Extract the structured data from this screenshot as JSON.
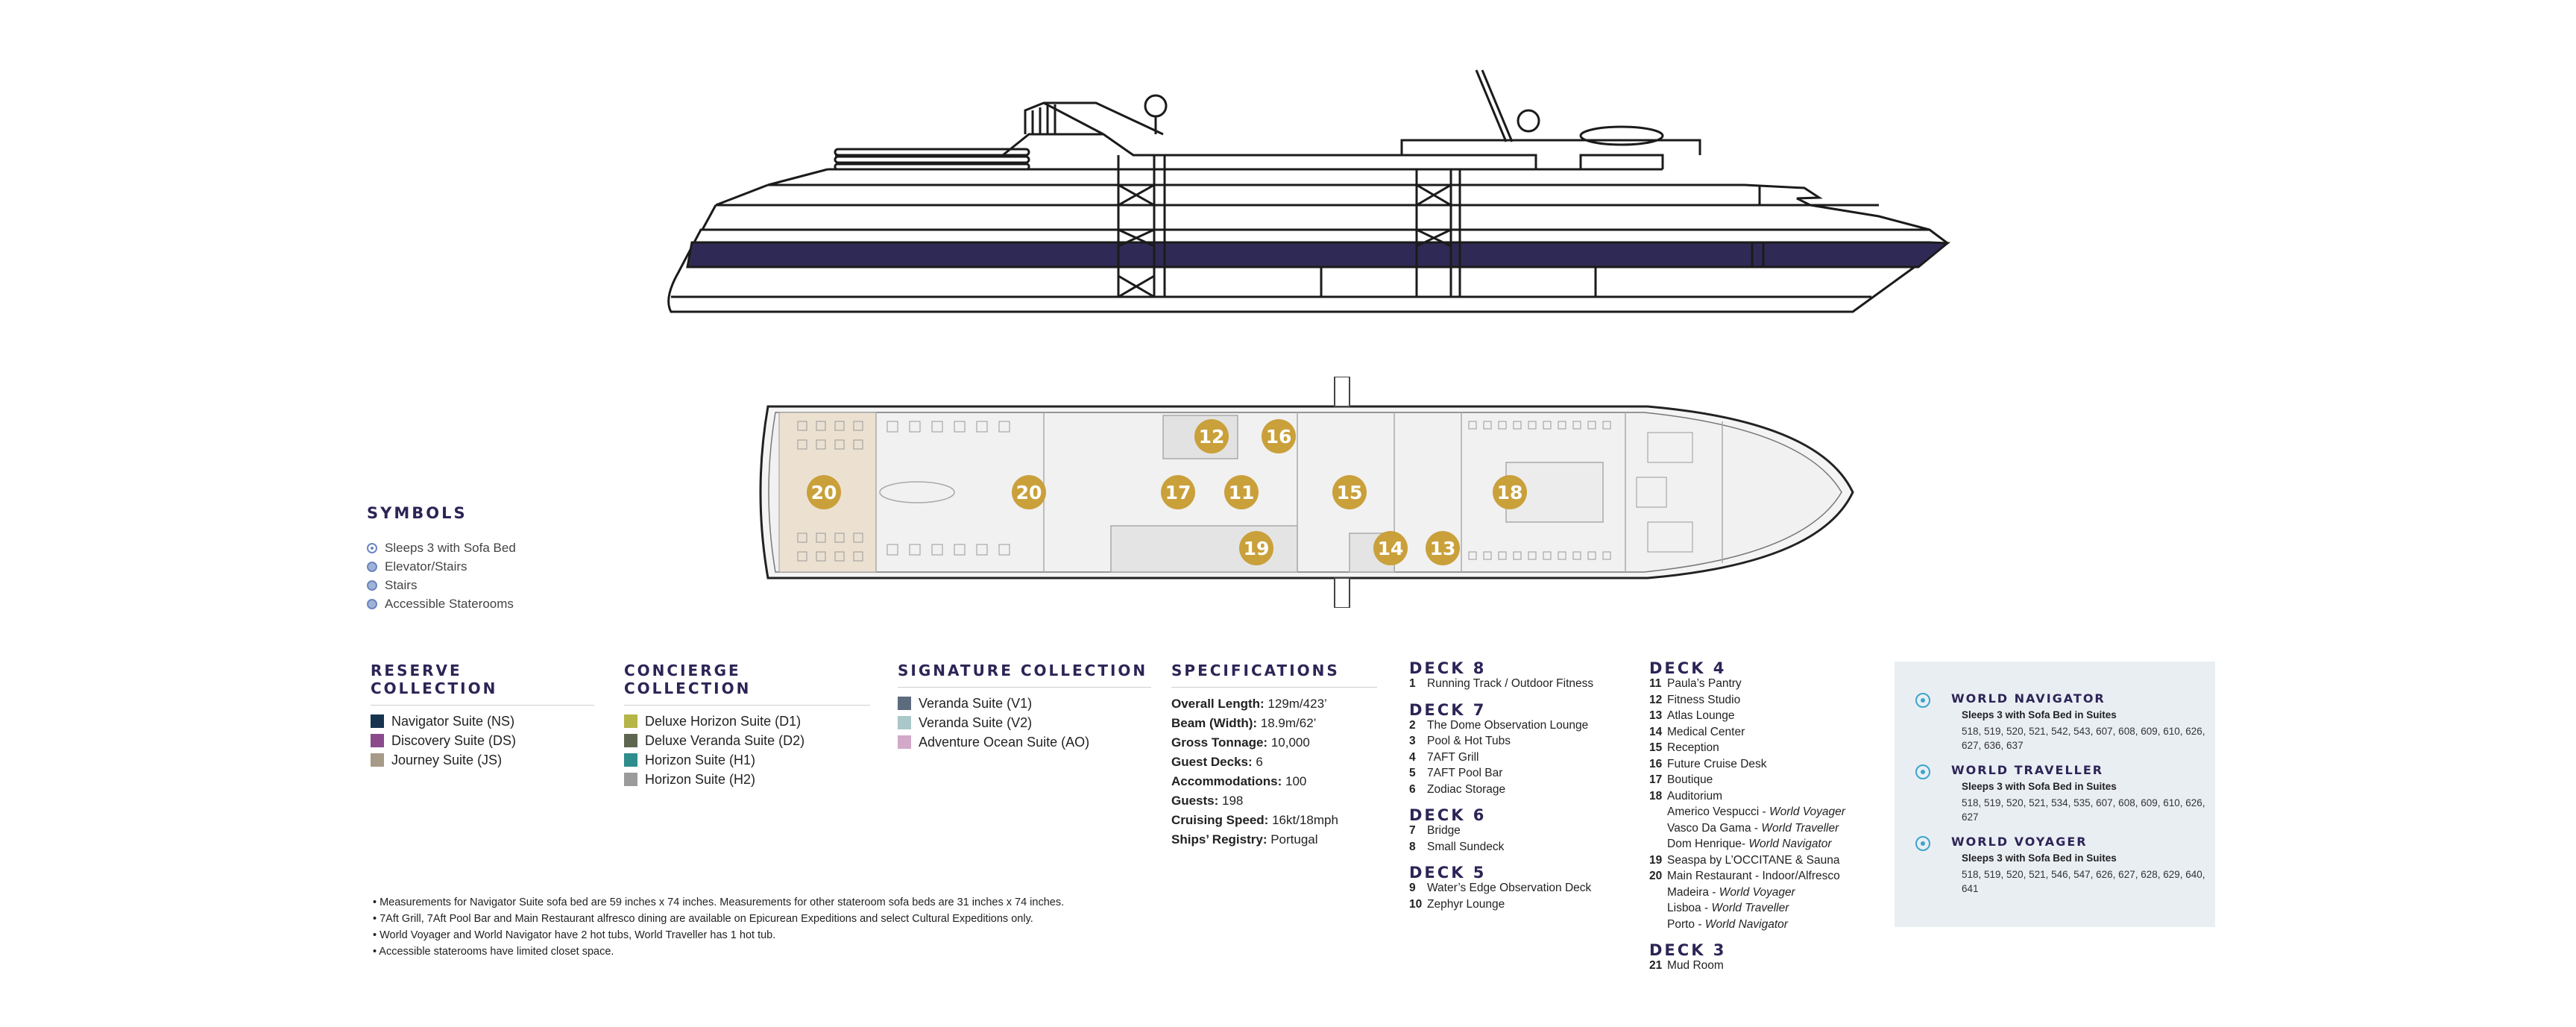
{
  "symbols": {
    "title": "SYMBOLS",
    "items": [
      {
        "label": "Sleeps 3 with Sofa Bed",
        "icon": "sofa-bed-icon"
      },
      {
        "label": "Elevator/Stairs",
        "icon": "elevator-icon"
      },
      {
        "label": "Stairs",
        "icon": "stairs-icon"
      },
      {
        "label": "Accessible Staterooms",
        "icon": "accessible-icon"
      }
    ]
  },
  "collections": [
    {
      "title": "RESERVE COLLECTION",
      "items": [
        {
          "label": "Navigator Suite (NS)",
          "color": "#17344f"
        },
        {
          "label": "Discovery Suite (DS)",
          "color": "#8a4a8c"
        },
        {
          "label": "Journey Suite (JS)",
          "color": "#a79a88"
        }
      ]
    },
    {
      "title": "CONCIERGE COLLECTION",
      "items": [
        {
          "label": "Deluxe Horizon Suite (D1)",
          "color": "#b6b548"
        },
        {
          "label": "Deluxe Veranda Suite (D2)",
          "color": "#5f6650"
        },
        {
          "label": "Horizon Suite (H1)",
          "color": "#2f8d8b"
        },
        {
          "label": "Horizon Suite (H2)",
          "color": "#9b9b9b"
        }
      ]
    },
    {
      "title": "SIGNATURE COLLECTION",
      "items": [
        {
          "label": "Veranda Suite (V1)",
          "color": "#5d6b7e"
        },
        {
          "label": "Veranda Suite (V2)",
          "color": "#aac7c9"
        },
        {
          "label": "Adventure Ocean Suite (AO)",
          "color": "#d2a9c8"
        }
      ]
    }
  ],
  "specs": {
    "title": "SPECIFICATIONS",
    "items": [
      {
        "label": "Overall Length:",
        "value": " 129m/423’"
      },
      {
        "label": "Beam (Width):",
        "value": " 18.9m/62’"
      },
      {
        "label": "Gross Tonnage:",
        "value": " 10,000"
      },
      {
        "label": "Guest Decks:",
        "value": " 6"
      },
      {
        "label": "Accommodations:",
        "value": " 100"
      },
      {
        "label": "Guests:",
        "value": " 198"
      },
      {
        "label": "Cruising Speed:",
        "value": "  16kt/18mph"
      },
      {
        "label": "Ships’ Registry:",
        "value": " Portugal"
      }
    ]
  },
  "notes": [
    "• Measurements for Navigator Suite sofa bed are 59 inches x 74 inches. Measurements for other stateroom sofa beds are 31 inches x 74 inches.",
    "• 7Aft Grill, 7Aft Pool Bar and Main Restaurant alfresco dining are available on Epicurean Expeditions and select Cultural Expeditions only.",
    "• World Voyager and World Navigator have 2 hot tubs, World Traveller has 1 hot tub.",
    "• Accessible staterooms have limited closet space."
  ],
  "decks_left": [
    {
      "title": "DECK 8",
      "rooms": [
        {
          "n": "1",
          "text": "Running Track / Outdoor Fitness"
        }
      ]
    },
    {
      "title": "DECK 7",
      "rooms": [
        {
          "n": "2",
          "text": "The Dome Observation Lounge"
        },
        {
          "n": "3",
          "text": "Pool & Hot Tubs"
        },
        {
          "n": "4",
          "text": "7AFT Grill"
        },
        {
          "n": "5",
          "text": "7AFT Pool Bar"
        },
        {
          "n": "6",
          "text": "Zodiac Storage"
        }
      ]
    },
    {
      "title": "DECK 6",
      "rooms": [
        {
          "n": "7",
          "text": "Bridge"
        },
        {
          "n": "8",
          "text": "Small Sundeck"
        }
      ]
    },
    {
      "title": "DECK 5",
      "rooms": [
        {
          "n": "9",
          "text": "Water’s Edge Observation Deck"
        },
        {
          "n": "10",
          "text": "Zephyr Lounge"
        }
      ]
    }
  ],
  "decks_right": [
    {
      "title": "DECK 4",
      "rooms": [
        {
          "n": "11",
          "text": "Paula’s Pantry"
        },
        {
          "n": "12",
          "text": "Fitness Studio"
        },
        {
          "n": "13",
          "text": "Atlas Lounge"
        },
        {
          "n": "14",
          "text": "Medical Center"
        },
        {
          "n": "15",
          "text": "Reception"
        },
        {
          "n": "16",
          "text": "Future Cruise Desk"
        },
        {
          "n": "17",
          "text": "Boutique"
        },
        {
          "n": "18",
          "text": "Auditorium"
        },
        {
          "n": "",
          "text": "Americo Vespucci - ",
          "ship": "World Voyager"
        },
        {
          "n": "",
          "text": "Vasco Da Gama - ",
          "ship": "World Traveller"
        },
        {
          "n": "",
          "text": "Dom Henrique- ",
          "ship": "World Navigator"
        },
        {
          "n": "19",
          "text": "Seaspa by L’OCCITANE & Sauna"
        },
        {
          "n": "20",
          "text": "Main Restaurant - Indoor/Alfresco"
        },
        {
          "n": "",
          "text": "Madeira - ",
          "ship": "World Voyager"
        },
        {
          "n": "",
          "text": "Lisboa - ",
          "ship": "World Traveller"
        },
        {
          "n": "",
          "text": "Porto - ",
          "ship": "World Navigator"
        }
      ]
    },
    {
      "title": "DECK 3",
      "rooms": [
        {
          "n": "21",
          "text": "Mud Room"
        }
      ]
    }
  ],
  "ships": [
    {
      "name": "WORLD NAVIGATOR",
      "sleeps": "Sleeps 3 with Sofa Bed in Suites",
      "rooms": "518, 519, 520, 521, 542, 543, 607, 608, 609, 610, 626, 627, 636, 637"
    },
    {
      "name": "WORLD TRAVELLER",
      "sleeps": "Sleeps 3 with Sofa Bed in Suites",
      "rooms": "518, 519, 520, 521, 534, 535, 607, 608, 609, 610, 626, 627"
    },
    {
      "name": "WORLD VOYAGER",
      "sleeps": "Sleeps 3 with Sofa Bed in Suites",
      "rooms": "518, 519, 520, 521, 546, 547, 626, 627, 628, 629, 640, 641"
    }
  ],
  "deck_markers": [
    "20",
    "20",
    "12",
    "16",
    "17",
    "11",
    "15",
    "19",
    "14",
    "13",
    "18"
  ],
  "colors": {
    "heading": "#2d2456",
    "hull_band": "#2f2a55",
    "marker": "#c9a03a",
    "restaurant_floor": "#ece1d1"
  }
}
